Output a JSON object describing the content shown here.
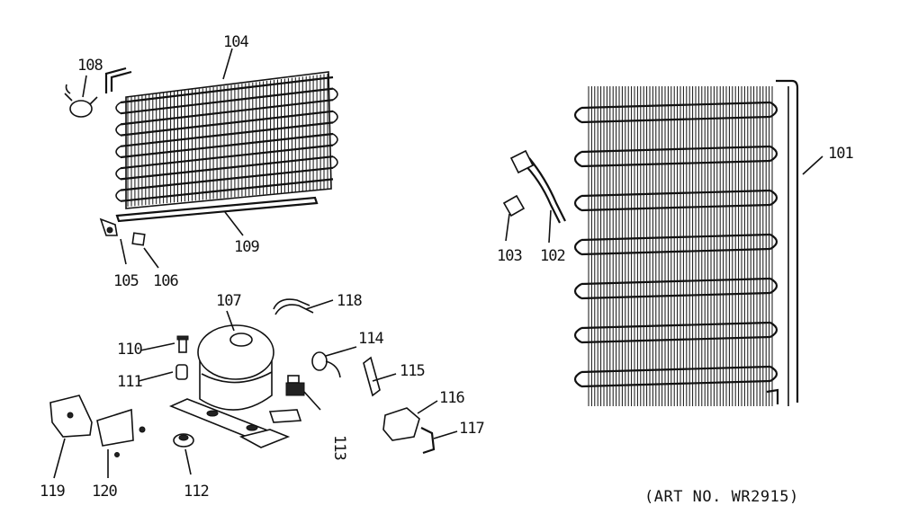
{
  "labels": {
    "p101": "101",
    "p102": "102",
    "p103": "103",
    "p104": "104",
    "p105": "105",
    "p106": "106",
    "p107": "107",
    "p108": "108",
    "p109": "109",
    "p110": "110",
    "p111": "111",
    "p112": "112",
    "p113": "113",
    "p114": "114",
    "p115": "115",
    "p116": "116",
    "p117": "117",
    "p118": "118",
    "p119": "119",
    "p120": "120"
  },
  "art_number": "(ART NO. WR2915)"
}
